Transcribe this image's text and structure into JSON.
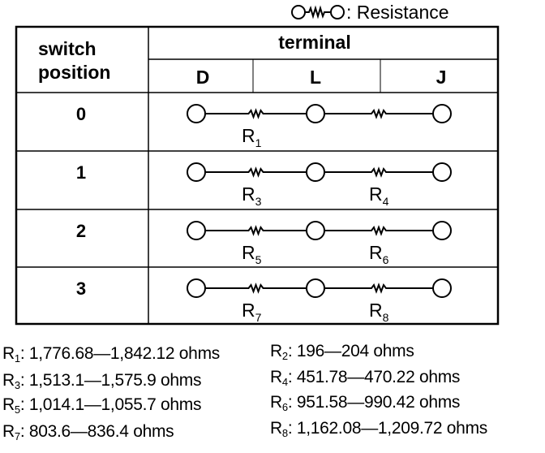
{
  "legend": {
    "text": ": Resistance"
  },
  "table": {
    "switch_header_line1": "switch",
    "switch_header_line2": "position",
    "terminal_header": "terminal",
    "terminals": [
      "D",
      "L",
      "J"
    ]
  },
  "rows": [
    {
      "position": "0",
      "left": {
        "letter": "R",
        "sub": "1"
      },
      "right": null
    },
    {
      "position": "1",
      "left": {
        "letter": "R",
        "sub": "3"
      },
      "right": {
        "letter": "R",
        "sub": "4"
      }
    },
    {
      "position": "2",
      "left": {
        "letter": "R",
        "sub": "5"
      },
      "right": {
        "letter": "R",
        "sub": "6"
      }
    },
    {
      "position": "3",
      "left": {
        "letter": "R",
        "sub": "7"
      },
      "right": {
        "letter": "R",
        "sub": "8"
      }
    }
  ],
  "resistances": [
    {
      "name": "R",
      "sub": "1",
      "value": ": 1,776.68—1,842.12 ohms"
    },
    {
      "name": "R",
      "sub": "2",
      "value": ": 196—204 ohms"
    },
    {
      "name": "R",
      "sub": "3",
      "value": ": 1,513.1—1,575.9 ohms"
    },
    {
      "name": "R",
      "sub": "4",
      "value": ": 451.78—470.22 ohms"
    },
    {
      "name": "R",
      "sub": "5",
      "value": ": 1,014.1—1,055.7 ohms"
    },
    {
      "name": "R",
      "sub": "6",
      "value": ": 951.58—990.42 ohms"
    },
    {
      "name": "R",
      "sub": "7",
      "value": ": 803.6—836.4 ohms"
    },
    {
      "name": "R",
      "sub": "8",
      "value": ": 1,162.08—1,209.72 ohms"
    }
  ]
}
